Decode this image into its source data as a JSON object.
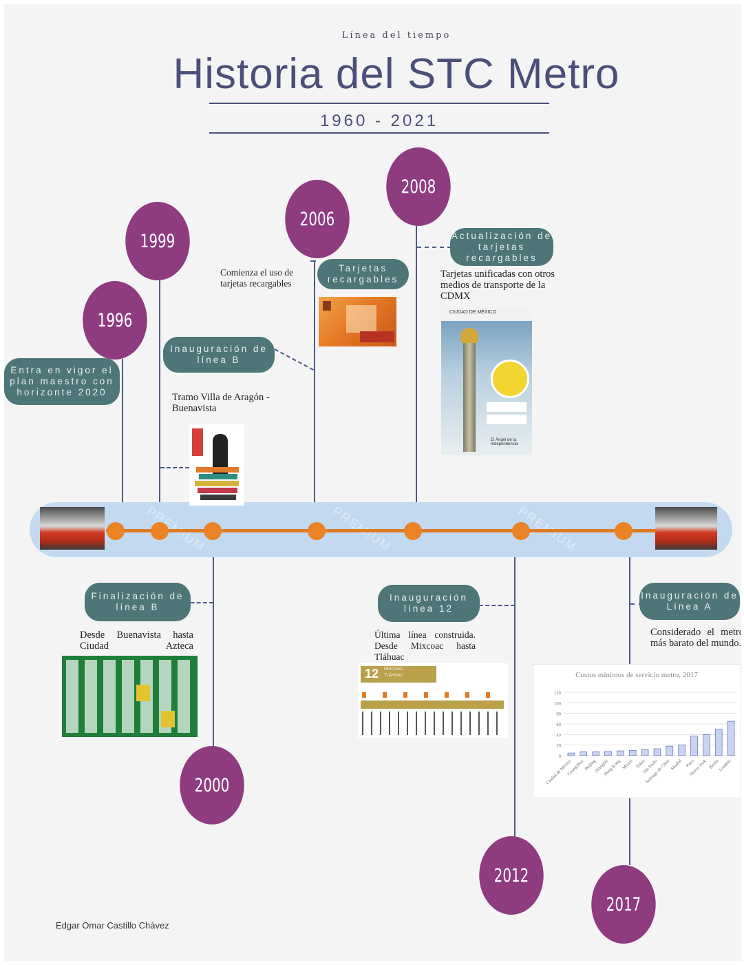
{
  "header": {
    "subtitle": "Línea del tiempo",
    "title": "Historia del STC Metro",
    "years": "1960 - 2021"
  },
  "events": {
    "e1996": {
      "year": "1996",
      "label": "Entra en vigor el plan maestro con horizonte 2020"
    },
    "e1999": {
      "year": "1999",
      "label": "Inauguración de línea B",
      "text": "Tramo Villa de Aragón - Buenavista"
    },
    "e2000": {
      "year": "2000",
      "label": "Finalización de línea B",
      "text": "Desde Buenavista hasta Ciudad Azteca"
    },
    "e2006": {
      "year": "2006",
      "label": "Tarjetas recargables",
      "text": "Comienza el uso de tarjetas recargables"
    },
    "e2008": {
      "year": "2008",
      "label": "Actualización de tarjetas recargables",
      "text": "Tarjetas unificadas con otros medios de transporte de la CDMX"
    },
    "e2012": {
      "year": "2012",
      "label": "Inauguración línea 12",
      "text": "Última línea construida. Desde Mixcoac hasta Tláhuac"
    },
    "e2017": {
      "year": "2017",
      "label": "Inauguración de Línea A",
      "text": "Considerado el metro más barato del mundo."
    }
  },
  "images": {
    "card2008_header": "CIUDAD DE MÉXICO",
    "card2008_caption": "El Ángel de la Independencia",
    "line12_number": "12",
    "line12_name1": "MIXCOAC",
    "line12_name2": "TLÁHUAC"
  },
  "chart_data": {
    "type": "bar",
    "title": "Costos mínimos de servicio metro, 2017",
    "categories": [
      "Ciudad de México",
      "Guangzhou",
      "Beijing",
      "Shanghái",
      "Hong Kong",
      "Moscú",
      "Tokio",
      "São Paulo",
      "Santiago de Chile",
      "Madrid",
      "París",
      "Nueva York",
      "Berlín",
      "Londres"
    ],
    "values": [
      5,
      7,
      7,
      8,
      9,
      10,
      11,
      13,
      18,
      20,
      37,
      40,
      50,
      65
    ],
    "ylim": [
      0,
      120
    ],
    "yticks": [
      "0",
      "20",
      "40",
      "60",
      "80",
      "100",
      "120"
    ]
  },
  "footer": {
    "author": "Edgar Omar Castillo Chávez"
  },
  "colors": {
    "bubble": "#8e3b80",
    "pill": "#4e7678",
    "track": "#e07a22",
    "band": "#c3d9f0",
    "title": "#4b4f7a"
  }
}
